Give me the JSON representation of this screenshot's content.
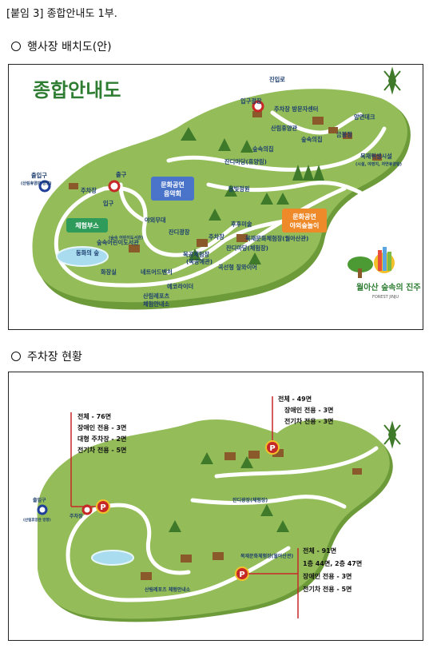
{
  "header": "[붙임 3] 종합안내도 1부.",
  "section1": {
    "title": "행사장 배치도(안)"
  },
  "section2": {
    "title": "주차장 현황"
  },
  "map1": {
    "title": "종합안내도",
    "labels": {
      "top_pass": "진입로",
      "entrance1": "입구광장",
      "parking_visitor": "주차장 방문자센터",
      "forest_rest": "산림휴양관",
      "yangmyeon": "양면데크",
      "lodging": "숲속의집",
      "cabin": "숲속의집",
      "cultural": "금봉정",
      "wild_facility": "목재위생시설",
      "wild_sub": "(시설, 야영지, 자연휴양림)",
      "grass_yard": "잔디마당(휴양림)",
      "walk": "달빛정원",
      "perf1_a": "문화공연",
      "perf1_b": "음악회",
      "perf2_a": "문화공연",
      "perf2_b": "야외숲놀이",
      "exp_booth": "체험부스",
      "gate": "출입구",
      "gate_sub": "(산림휴양관 방향)",
      "parking2": "주차장",
      "exit": "출구",
      "entry_lbl": "입구",
      "outdoor_stage": "야외무대",
      "lawn": "잔디광장",
      "forest_library": "숲속어린이도서관",
      "library_sub": "(숲속 어린이도서관)",
      "pond": "동화의 숲",
      "toilet": "화장실",
      "net": "네트어드벤처",
      "experience": "목공체험장",
      "experience_sub": "(목공예관)",
      "ecorider": "에코라이더",
      "forest_leports": "산림레포츠",
      "forest_leports2": "체험안내소",
      "wood_culture": "목재문화체험장(월아산관)",
      "tree_house": "잔디마당(체험장)",
      "jjim": "곡선형 짚와이어",
      "flower_path": "후후미술",
      "parking3": "주차장",
      "logo_main": "월아산 숲속의 진주",
      "logo_sub": "FOREST JINJU"
    }
  },
  "map2": {
    "parking_a": [
      "전체 - 49면",
      "장애인 전용 - 3면",
      "전기차 전용 - 3면"
    ],
    "parking_b": [
      "전체 - 76면",
      "장애인 전용 - 3면",
      "대형 주차장 - 2면",
      "전기차 전용 - 5면"
    ],
    "parking_c": [
      "전체 - 91면",
      "1층 44면, 2층 47면",
      "장애인 전용 - 3면",
      "전기차 전용 - 5면"
    ],
    "p_symbol": "P",
    "labels": {
      "gate": "출입구",
      "parking": "주차장",
      "gate_sub": "(산림휴양관 방향)",
      "lawn": "잔디광장(체험장)",
      "forest_exp": "산림레포츠 체험안내소",
      "wood": "목재문화체험장(월아산관)"
    }
  }
}
